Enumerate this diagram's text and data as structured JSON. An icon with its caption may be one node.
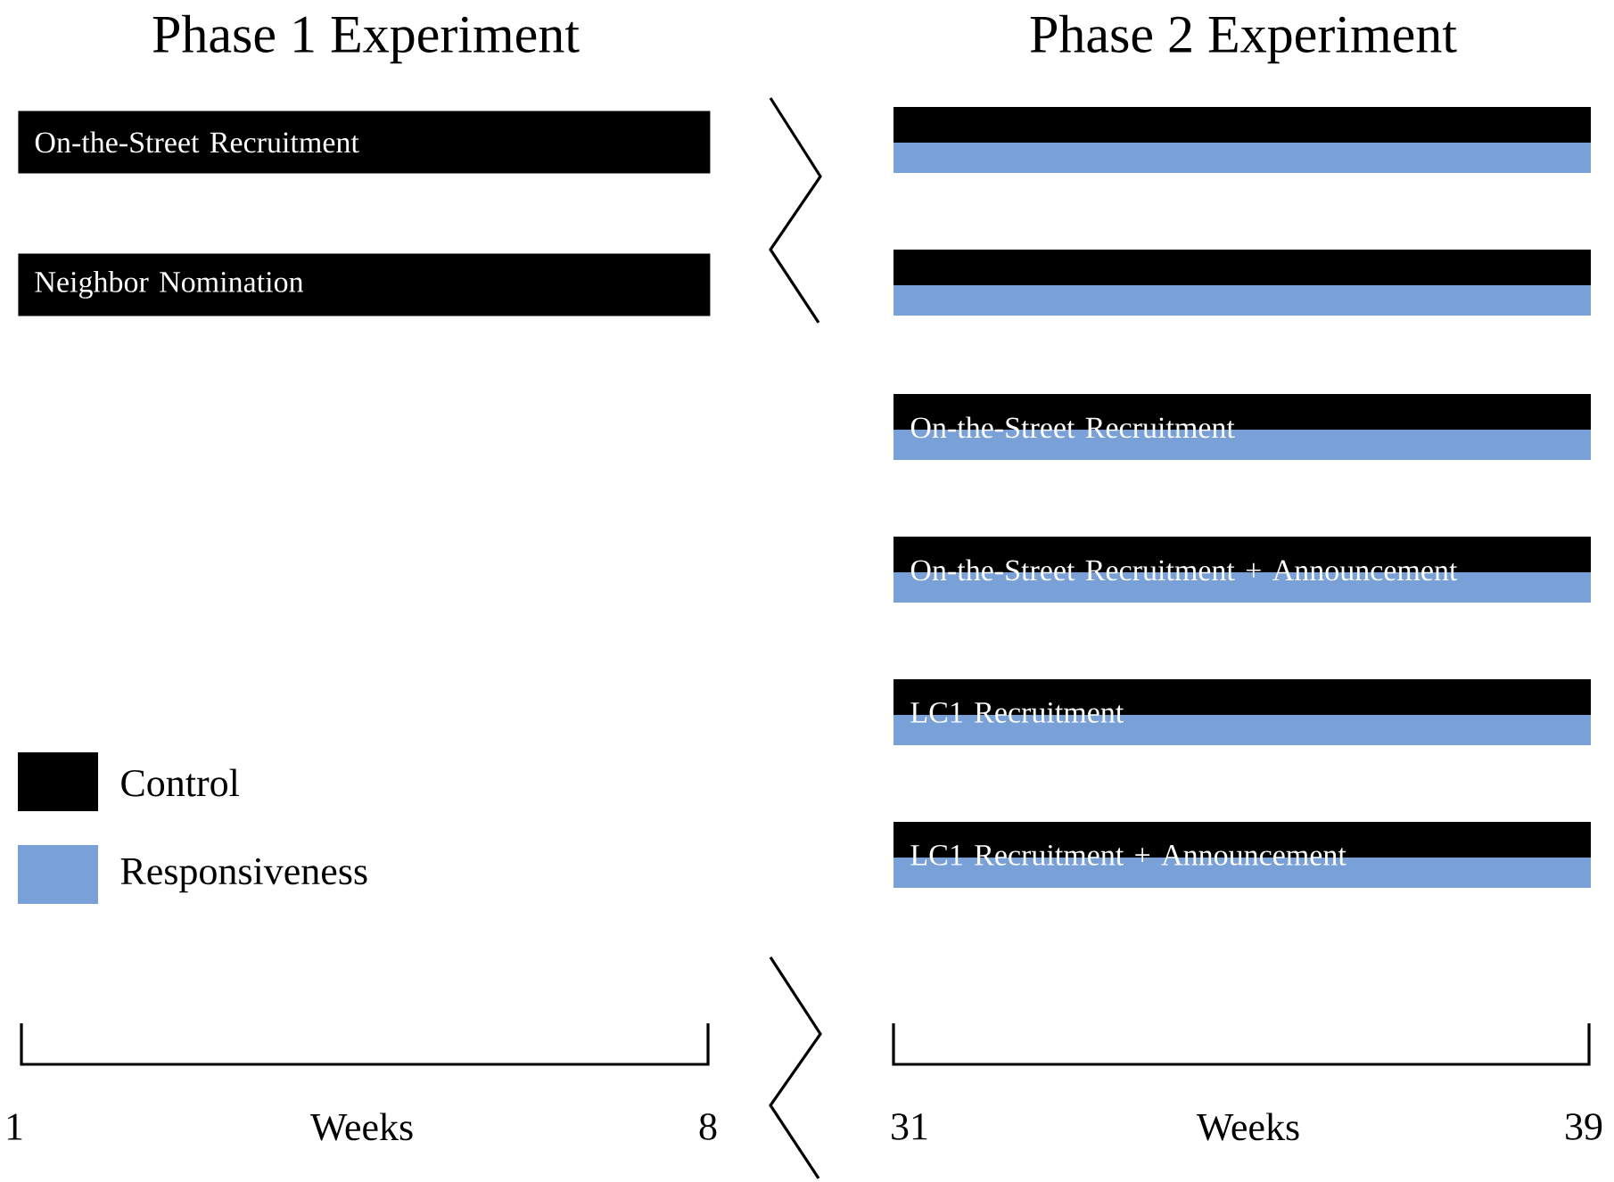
{
  "diagram": {
    "nodes": [
      {
        "text": [
          "On-the-Street Recruitment"
        ]
      },
      {
        "text": [
          "Neighbor Nomination"
        ]
      },
      {
        "text": [],
        "shape": "bar"
      },
      {
        "text": [],
        "shape": "bar"
      },
      {
        "text": [
          "On-the-Street Recruitment"
        ]
      },
      {
        "text": [
          "On-the-Street Recruitment + Announcement"
        ]
      },
      {
        "text": [
          "LC1 Recruitment"
        ]
      },
      {
        "text": [
          "LC1 Recruitment + Announcement"
        ]
      }
    ],
    "labels": [
      "Phase 1 Experiment",
      "Phase 2 Experiment",
      "1",
      "Weeks",
      "8",
      "31",
      "Weeks",
      "39"
    ],
    "legend": [
      {
        "text": "Control",
        "color": "#000000"
      },
      {
        "text": "Responsiveness",
        "color": "#7aa0d8"
      }
    ]
  }
}
